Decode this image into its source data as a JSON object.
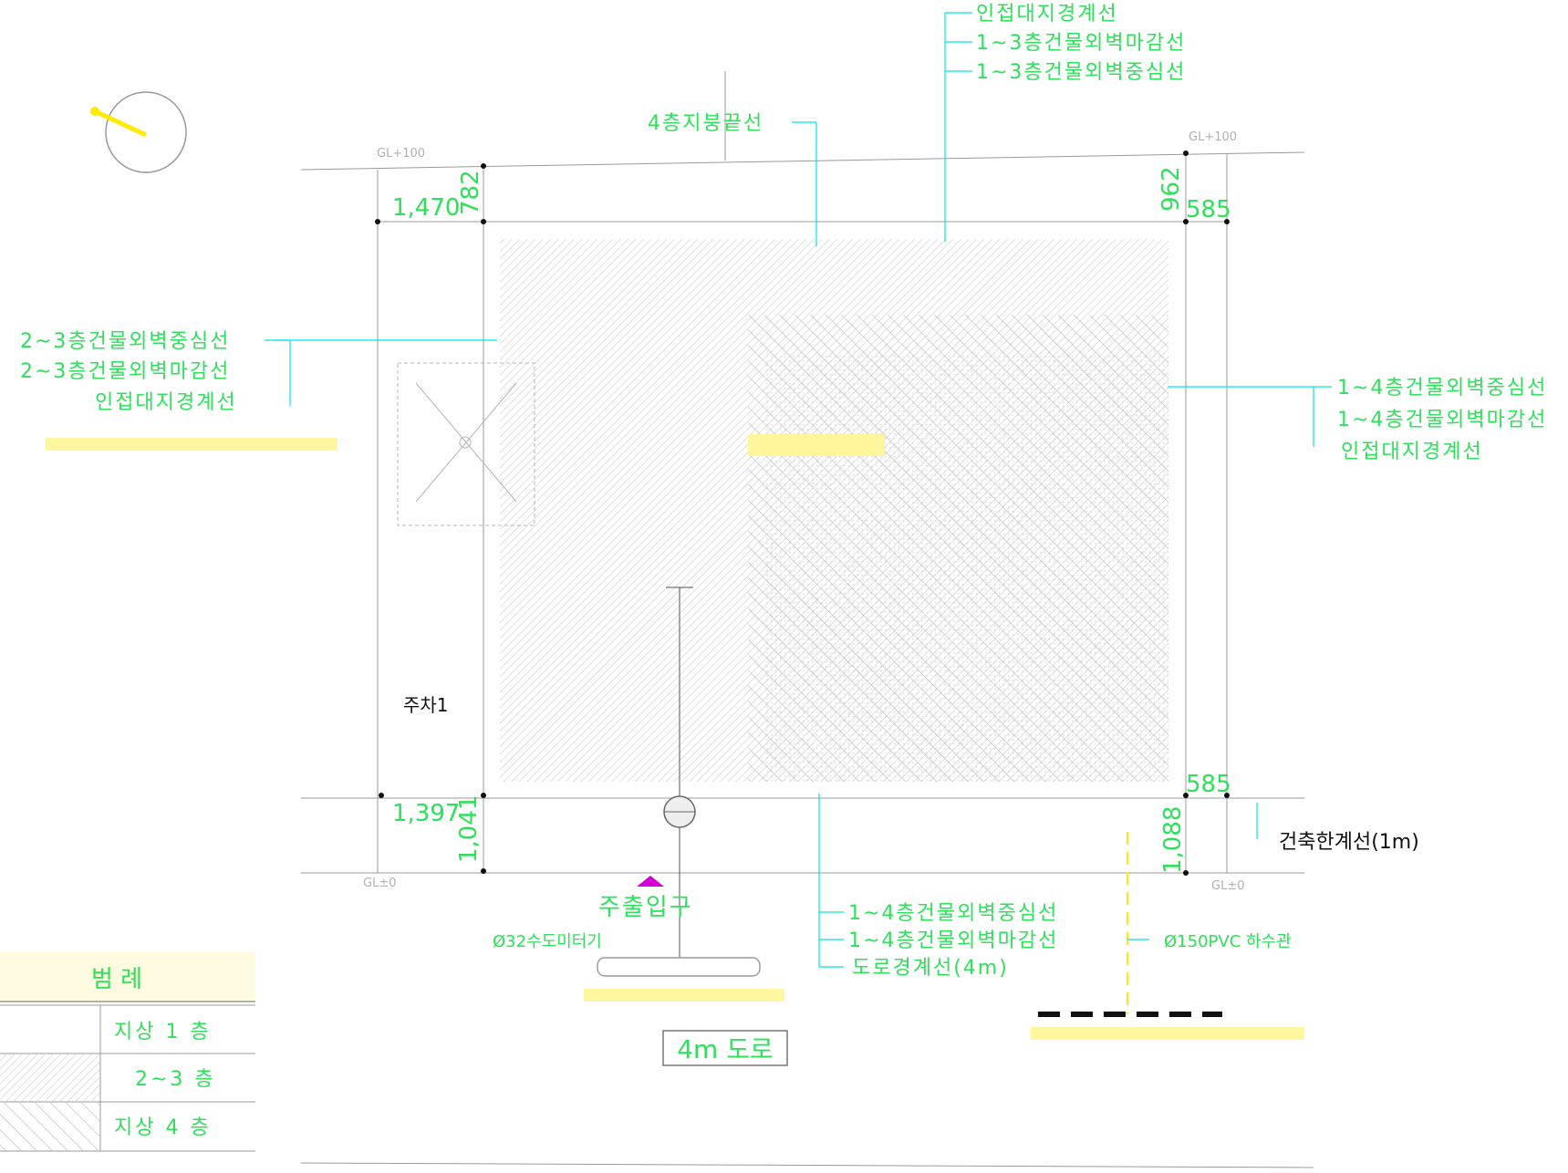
{
  "labels": {
    "top_boundary": "인접대지경계선",
    "top_wall_finish": "1~3층건물외벽마감선",
    "top_wall_center": "1~3층건물외벽중심선",
    "roof_edge": "4층지붕끝선",
    "left_wall_center": "2~3층건물외벽중심선",
    "left_wall_finish": "2~3층건물외벽마감선",
    "left_boundary": "인접대지경계선",
    "right_wall_center": "1~4층건물외벽중심선",
    "right_wall_finish": "1~4층건물외벽마감선",
    "right_boundary": "인접대지경계선",
    "parking": "주차1",
    "building_limit": "건축한계선(1m)",
    "main_entrance": "주출입구",
    "water_meter": "Ø32수도미터기",
    "bottom_wall_center": "1~4층건물외벽중심선",
    "bottom_wall_finish": "1~4층건물외벽마감선",
    "road_boundary": "도로경계선(4m)",
    "sewer_pipe": "Ø150PVC 하수관",
    "road": "4m 도로",
    "gl_top_left": "GL+100",
    "gl_top_right": "GL+100",
    "gl_bottom_left": "GL±0",
    "gl_bottom_right": "GL±0"
  },
  "dimensions": {
    "top_left_h": "1,470",
    "top_left_v": "782",
    "top_right_v": "962",
    "top_right_h": "585",
    "bottom_right_h": "585",
    "bottom_left_h": "1,397",
    "bottom_left_v": "1,041",
    "bottom_right_v": "1,088"
  },
  "legend": {
    "title": "범  례",
    "rows": [
      {
        "label": "지상 1 층",
        "pattern": "none"
      },
      {
        "label": "2~3 층",
        "pattern": "dense-hatch"
      },
      {
        "label": "지상 4 층",
        "pattern": "diagonal-hatch"
      }
    ]
  },
  "colors": {
    "annotation": "#2ee05a",
    "yellow": "#ffea00",
    "cyan": "#00e5e5",
    "hatch_light": "#d9d9d9",
    "hatch_dark": "#bdbdbd",
    "entrance_marker": "#d400d4"
  }
}
